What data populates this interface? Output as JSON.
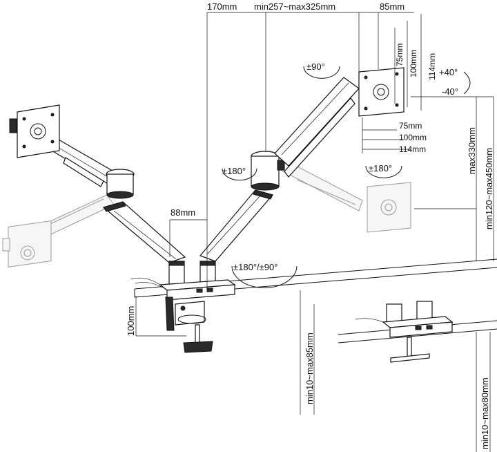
{
  "dimensions": {
    "top_left": "170mm",
    "top_mid": "min257~max325mm",
    "top_right": "85mm",
    "vesa_v1": "75mm",
    "vesa_v2": "100mm",
    "vesa_v3": "114mm",
    "vesa_h1": "75mm",
    "vesa_h2": "100mm",
    "vesa_h3": "114mm",
    "tilt_up": "+40°",
    "tilt_down": "-40°",
    "rot_monitor": "±90°",
    "rot_left": "±180°",
    "rot_right": "±180°",
    "rot_base": "±180°/±90°",
    "pole_gap": "88mm",
    "max_height": "max330mm",
    "height_range": "min120~max450mm",
    "clamp_height": "100mm",
    "clamp_desk": "min10~max85mm",
    "grommet_desk": "min10~max80mm"
  }
}
